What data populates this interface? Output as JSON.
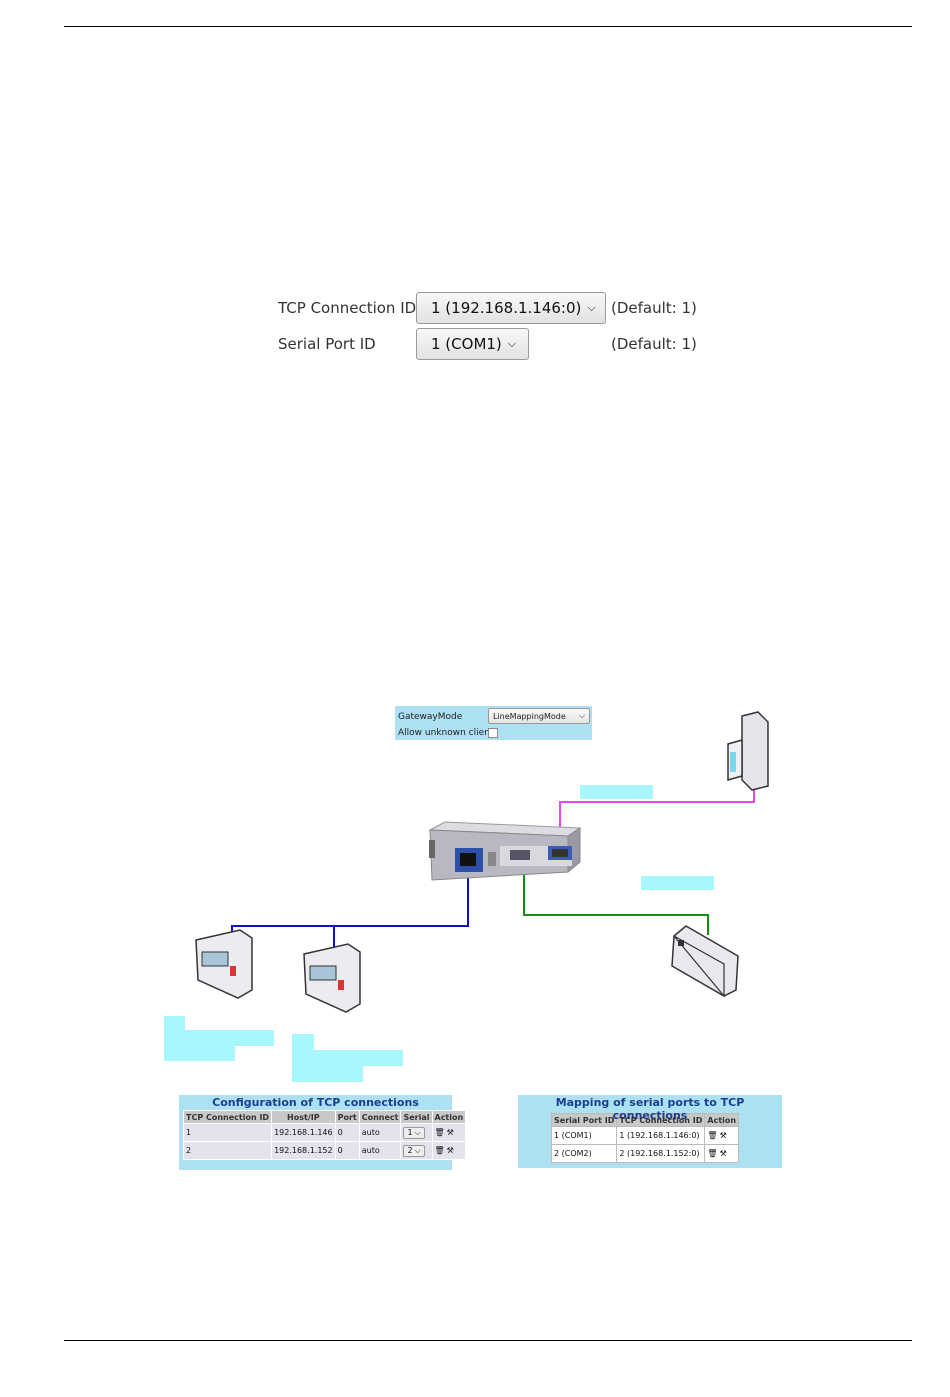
{
  "form": {
    "tcp_label": "TCP Connection ID",
    "tcp_value": "1 (192.168.1.146:0)",
    "tcp_default": "(Default: 1)",
    "serial_label": "Serial Port ID",
    "serial_value": "1 (COM1)",
    "serial_default": "(Default: 1)"
  },
  "gateway": {
    "mode_label": "GatewayMode",
    "mode_value": "LineMappingMode",
    "unknown_label": "Allow unknown clients"
  },
  "colors": {
    "ethernet": "#1010c8",
    "serial1": "#ee44ee",
    "serial2": "#129012",
    "highlight": "#a6f6fb",
    "panel": "#aee0f4"
  },
  "tcp_table": {
    "title": "Configuration of TCP connections",
    "headers": [
      "TCP Connection ID",
      "Host/IP",
      "Port",
      "Connect",
      "Serial",
      "Action"
    ],
    "rows": [
      [
        "1",
        "192.168.1.146",
        "0",
        "auto",
        "1"
      ],
      [
        "2",
        "192.168.1.152",
        "0",
        "auto",
        "2"
      ]
    ]
  },
  "map_table": {
    "title": "Mapping of serial ports to TCP connections",
    "headers": [
      "Serial Port ID",
      "TCP Connection ID",
      "Action"
    ],
    "rows": [
      [
        "1 (COM1)",
        "1 (192.168.1.146:0)"
      ],
      [
        "2 (COM2)",
        "2 (192.168.1.152:0)"
      ]
    ]
  },
  "icons": {
    "delete": "trash-icon",
    "edit": "wrench-icon",
    "dropdown": "chevron-down-icon"
  }
}
